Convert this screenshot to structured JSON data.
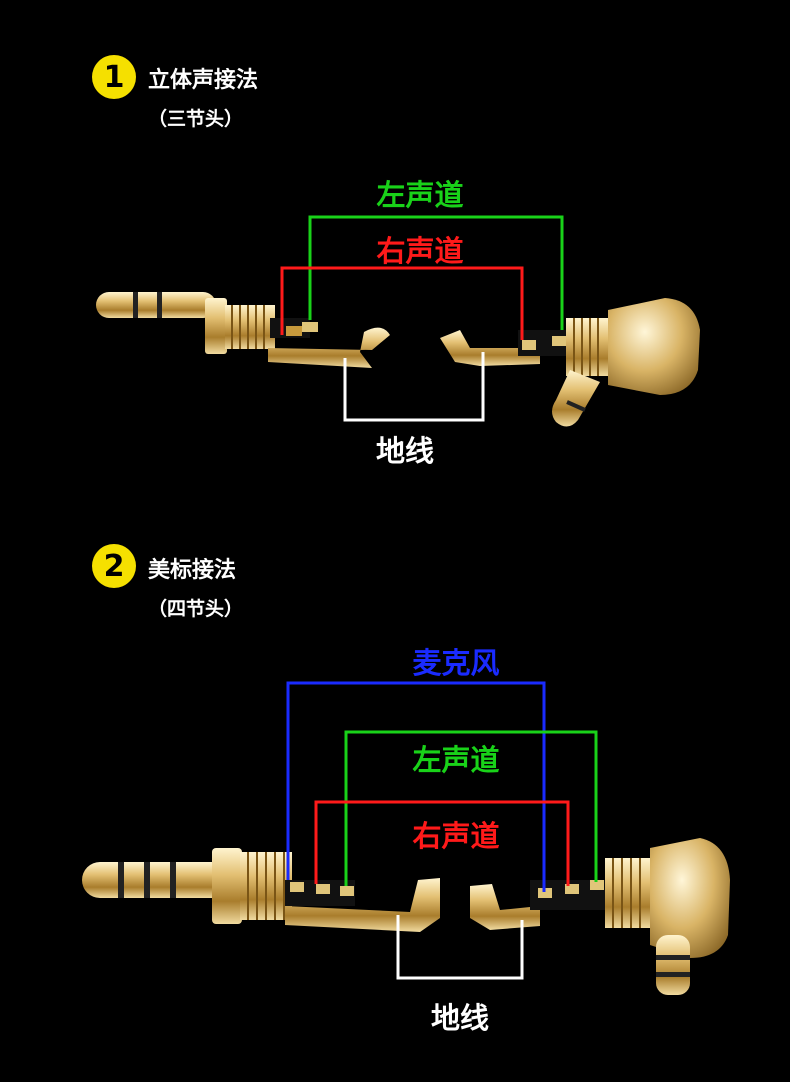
{
  "section1": {
    "number": "1",
    "title": "立体声接法",
    "subtitle": "（三节头）",
    "labels": {
      "left": "左声道",
      "right": "右声道",
      "ground": "地线"
    }
  },
  "section2": {
    "number": "2",
    "title": "美标接法",
    "subtitle": "（四节头）",
    "labels": {
      "mic": "麦克风",
      "left": "左声道",
      "right": "右声道",
      "ground": "地线"
    }
  },
  "colors": {
    "badge": "#f5e000",
    "mic": "#1a2bff",
    "left": "#19d219",
    "right": "#ff1a1a",
    "ground": "#ffffff",
    "gold": "#d8b25a"
  }
}
